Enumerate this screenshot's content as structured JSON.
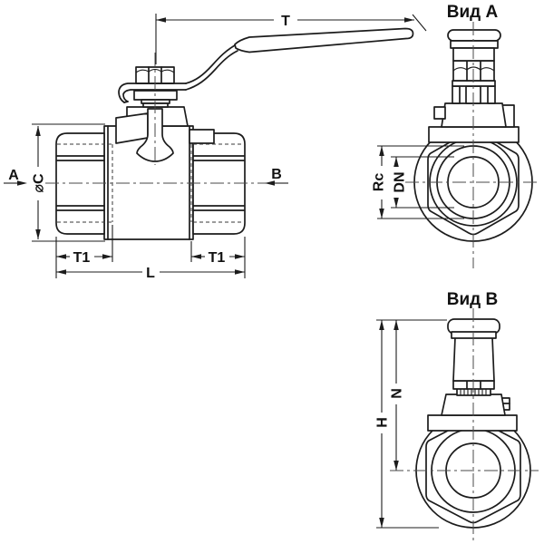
{
  "drawing": {
    "kind": "technical-drawing",
    "subject": "two-piece ball valve with lever handle, orthographic projection",
    "colors": {
      "line": "#1c1c1c",
      "background": "#ffffff"
    },
    "main_view": {
      "dim_handle_length": "T",
      "dim_thread_depth_left": "T1",
      "dim_thread_depth_right": "T1",
      "dim_overall_length": "L",
      "dim_body_diameter": "⌀C",
      "view_arrow_left": "A",
      "view_arrow_right": "B"
    },
    "view_a": {
      "title": "Вид A",
      "dim_thread_size": "Rc",
      "dim_nominal_bore": "DN"
    },
    "view_b": {
      "title": "Вид B",
      "dim_overall_height": "H",
      "dim_axis_height": "N"
    }
  }
}
